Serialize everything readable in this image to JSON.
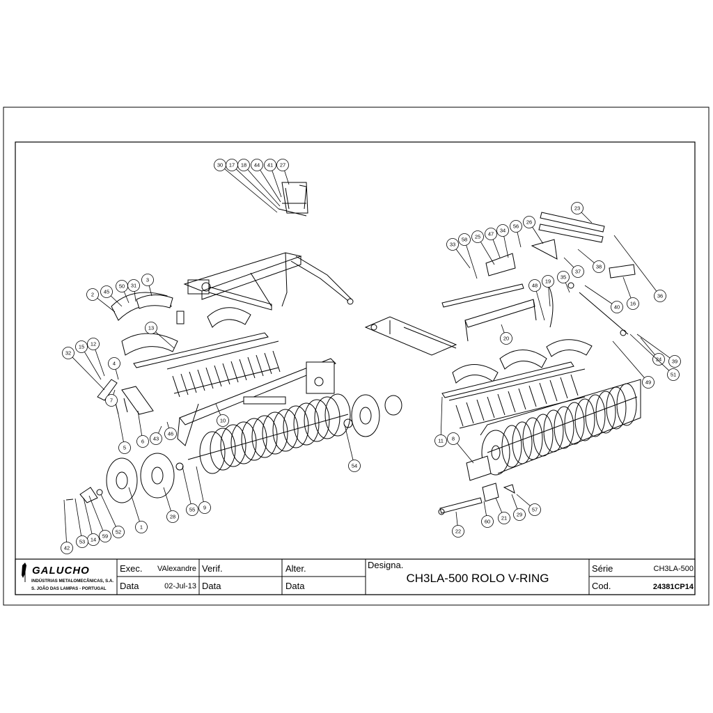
{
  "drawing": {
    "title_block": {
      "company": {
        "logo_text": "GALUCHO",
        "line1": "INDÚSTRIAS METALOMECÂNICAS, S.A.",
        "line2": "S. JOÃO DAS LAMPAS - PORTUGAL"
      },
      "exec_label": "Exec.",
      "exec_value": "VAlexandre",
      "data_label": "Data",
      "data_value": "02-Jul-13",
      "verif_label": "Verif.",
      "verif_data_label": "Data",
      "alter_label": "Alter.",
      "alter_data_label": "Data",
      "designa_label": "Designa.",
      "designa_value": "CH3LA-500 ROLO V-RING",
      "serie_label": "Série",
      "serie_value": "CH3LA-500",
      "cod_label": "Cod.",
      "cod_value": "24381CP14"
    },
    "callouts": [
      "1",
      "2",
      "3",
      "4",
      "5",
      "6",
      "7",
      "8",
      "9",
      "10",
      "11",
      "12",
      "13",
      "14",
      "15",
      "16",
      "17",
      "18",
      "19",
      "20",
      "21",
      "22",
      "23",
      "24",
      "25",
      "26",
      "27",
      "28",
      "29",
      "30",
      "31",
      "32",
      "33",
      "34",
      "35",
      "36",
      "37",
      "38",
      "39",
      "40",
      "41",
      "42",
      "43",
      "44",
      "45",
      "46",
      "47",
      "48",
      "49",
      "50",
      "51",
      "52",
      "53",
      "54",
      "55",
      "56",
      "57",
      "58",
      "59",
      "60"
    ]
  }
}
